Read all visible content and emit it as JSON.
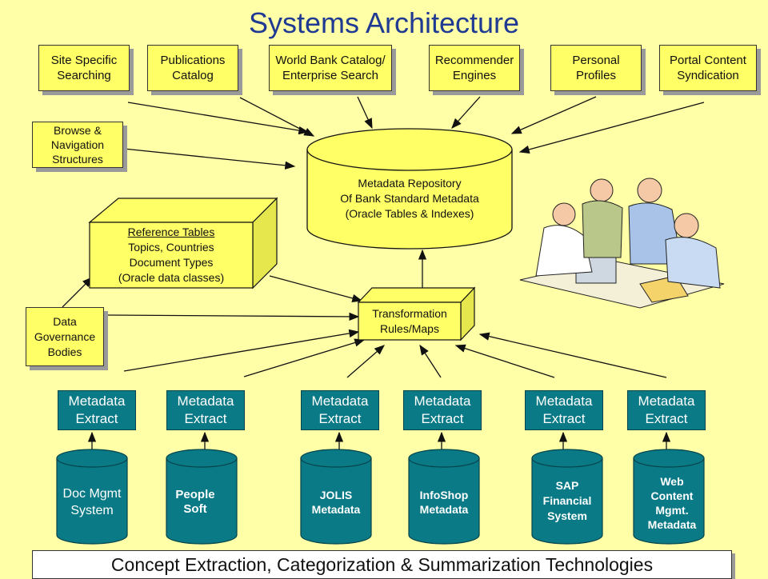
{
  "title": "Systems Architecture",
  "top_boxes": [
    "Site Specific\nSearching",
    "Publications\nCatalog",
    "World Bank Catalog/\nEnterprise Search",
    "Recommender\nEngines",
    "Personal\nProfiles",
    "Portal Content\nSyndication"
  ],
  "browse_box": "Browse &\nNavigation\nStructures",
  "repository": "Metadata Repository\nOf Bank Standard Metadata\n(Oracle Tables & Indexes)",
  "reference": {
    "heading": "Reference Tables",
    "body": "Topics, Countries\nDocument Types\n(Oracle data classes)"
  },
  "governance": "Data\nGovernance\nBodies",
  "transformation": "Transformation\nRules/Maps",
  "extract_label": "Metadata\nExtract",
  "sources": [
    "Doc Mgmt\nSystem",
    "People\nSoft",
    "JOLIS\nMetadata",
    "InfoShop\nMetadata",
    "SAP\nFinancial\nSystem",
    "Web\nContent\nMgmt.\nMetadata"
  ],
  "bottom_bar": "Concept Extraction, Categorization & Summarization Technologies",
  "colors": {
    "title": "#1f3a93",
    "background": "#ffffa8",
    "box": "#ffff66",
    "teal": "#0a7a86"
  }
}
